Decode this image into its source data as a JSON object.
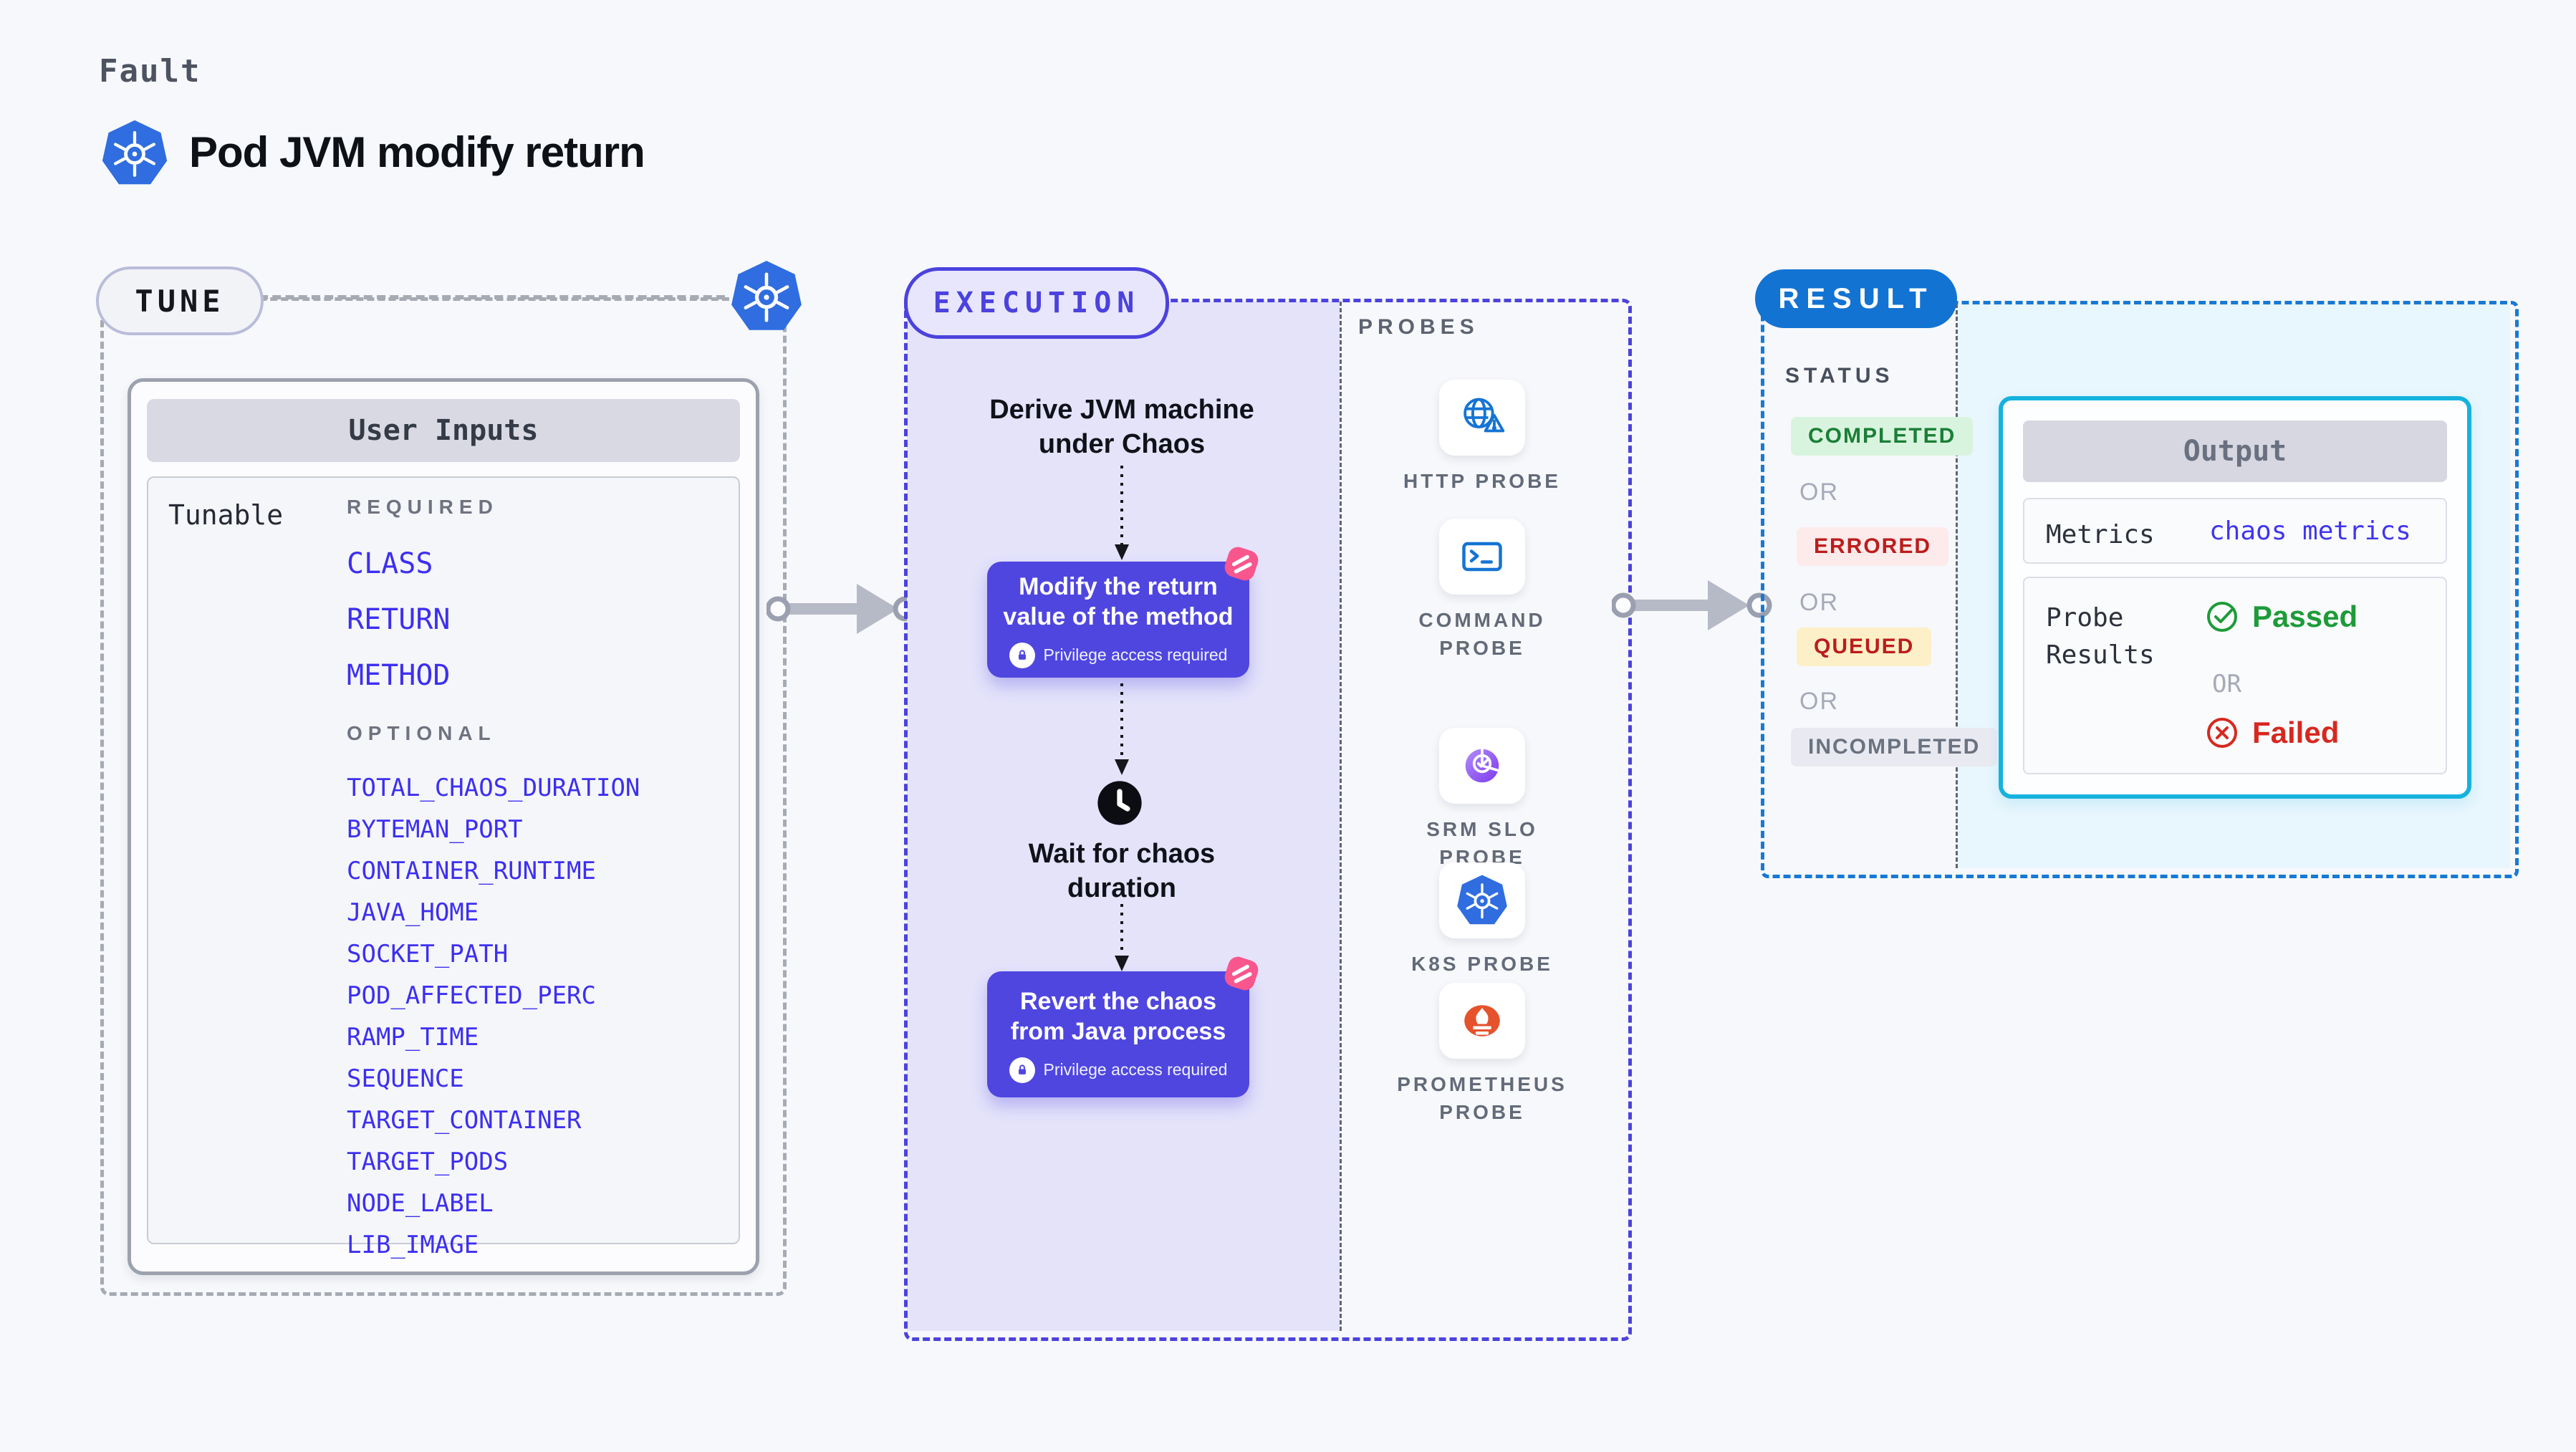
{
  "page": {
    "fault_label": "Fault",
    "title": "Pod JVM modify return"
  },
  "tune": {
    "badge": "TUNE",
    "card_title": "User Inputs",
    "tunable_label": "Tunable",
    "required_label": "REQUIRED",
    "required_items": [
      "CLASS",
      "RETURN",
      "METHOD"
    ],
    "optional_label": "OPTIONAL",
    "optional_items": [
      "TOTAL_CHAOS_DURATION",
      "BYTEMAN_PORT",
      "CONTAINER_RUNTIME",
      "JAVA_HOME",
      "SOCKET_PATH",
      "POD_AFFECTED_PERC",
      "RAMP_TIME",
      "SEQUENCE",
      "TARGET_CONTAINER",
      "TARGET_PODS",
      "NODE_LABEL",
      "LIB_IMAGE"
    ]
  },
  "execution": {
    "badge": "EXECUTION",
    "derive_step": {
      "line1": "Derive JVM machine",
      "line2": "under Chaos"
    },
    "modify_step": {
      "line1": "Modify the return",
      "line2": "value of the method",
      "privilege": "Privilege access required"
    },
    "wait_step": {
      "line1": "Wait for chaos",
      "line2": "duration"
    },
    "revert_step": {
      "line1": "Revert the chaos",
      "line2": "from Java process",
      "privilege": "Privilege access required"
    }
  },
  "probes": {
    "label": "PROBES",
    "items": [
      {
        "icon": "globe-alert-icon",
        "label": "HTTP PROBE"
      },
      {
        "icon": "terminal-icon",
        "label": "COMMAND PROBE"
      },
      {
        "icon": "slo-pie-check-icon",
        "label": "SRM SLO PROBE"
      },
      {
        "icon": "kubernetes-icon",
        "label": "K8S PROBE"
      },
      {
        "icon": "prometheus-flame-icon",
        "label": "PROMETHEUS PROBE"
      }
    ]
  },
  "result": {
    "badge": "RESULT",
    "status_label": "STATUS",
    "or_label": "OR",
    "statuses": [
      {
        "label": "COMPLETED",
        "fg": "#1a7f37",
        "bg": "#d9f4de"
      },
      {
        "label": "ERRORED",
        "fg": "#bb1d1d",
        "bg": "#fdeaea"
      },
      {
        "label": "QUEUED",
        "fg": "#bb1d1d",
        "bg": "#fdf0c8"
      },
      {
        "label": "INCOMPLETED",
        "fg": "#6b7280",
        "bg": "#e9eaf1"
      }
    ],
    "output": {
      "title": "Output",
      "metrics_label": "Metrics",
      "metrics_value": "chaos metrics",
      "probe_results_label": "Probe Results",
      "passed_label": "Passed",
      "or_label": "OR",
      "failed_label": "Failed"
    }
  },
  "colors": {
    "indigo_accent": "#4c42dd",
    "indigo_box": "#4f46e0",
    "lavender_bg": "#e4e3fa",
    "input_item_blue": "#3d2ff0",
    "result_blue": "#1273d3",
    "cyan_border": "#16b2de",
    "cyan_bg": "#e8f6fd",
    "passed_green": "#1d9b38",
    "failed_red": "#d7281f",
    "pink_accent": "#f8568c",
    "kubernetes_blue": "#2f6de0",
    "prometheus_orange": "#e6522c"
  }
}
